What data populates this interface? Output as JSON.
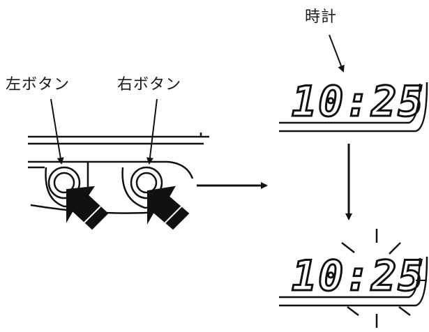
{
  "labels": {
    "left_button": "左ボタン",
    "right_button": "右ボタン",
    "clock": "時計"
  },
  "display": {
    "time_normal": "10:25",
    "time_flashing": "10:25"
  },
  "colors": {
    "ink": "#111111",
    "background": "#ffffff"
  }
}
